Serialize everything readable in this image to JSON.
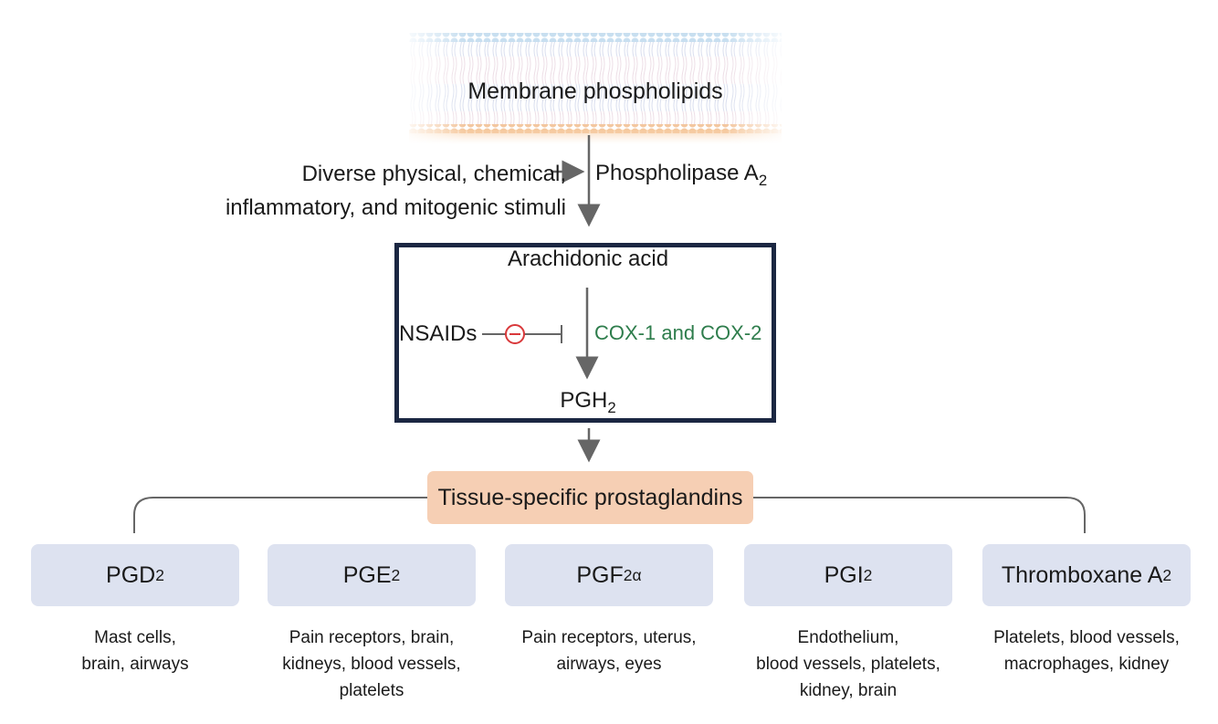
{
  "membrane": {
    "label": "Membrane phospholipids"
  },
  "stimuli": {
    "line1": "Diverse physical, chemical,",
    "line2": "inflammatory, and mitogenic stimuli"
  },
  "enzyme_pla2": {
    "base": "Phospholipase A",
    "sub": "2"
  },
  "arachidonic": {
    "label": "Arachidonic acid"
  },
  "nsaids": {
    "label": "NSAIDs"
  },
  "cox": {
    "label": "COX-1 and COX-2"
  },
  "pgh2": {
    "base": "PGH",
    "sub": "2"
  },
  "tissue_specific": {
    "label": "Tissue-specific prostaglandins"
  },
  "prostaglandins": [
    {
      "base": "PGD",
      "sub": "2",
      "tissues": [
        "Mast cells,",
        "brain, airways"
      ]
    },
    {
      "base": "PGE",
      "sub": "2",
      "tissues": [
        "Pain receptors, brain,",
        "kidneys, blood vessels,",
        "platelets"
      ]
    },
    {
      "base": "PGF",
      "sub": "2α",
      "tissues": [
        "Pain receptors, uterus,",
        "airways, eyes"
      ]
    },
    {
      "base": "PGI",
      "sub": "2",
      "tissues": [
        "Endothelium,",
        "blood vessels, platelets,",
        "kidney, brain"
      ]
    },
    {
      "base": "Thromboxane A",
      "sub": "2",
      "tissues": [
        "Platelets, blood vessels,",
        "macrophages, kidney"
      ]
    }
  ],
  "colors": {
    "frame": "#1b2742",
    "cox_text": "#2e7d4c",
    "inhibit_symbol": "#d9383a",
    "tissue_box": "#f6cfb4",
    "pg_box": "#dde2f0",
    "arrow": "#666666"
  }
}
